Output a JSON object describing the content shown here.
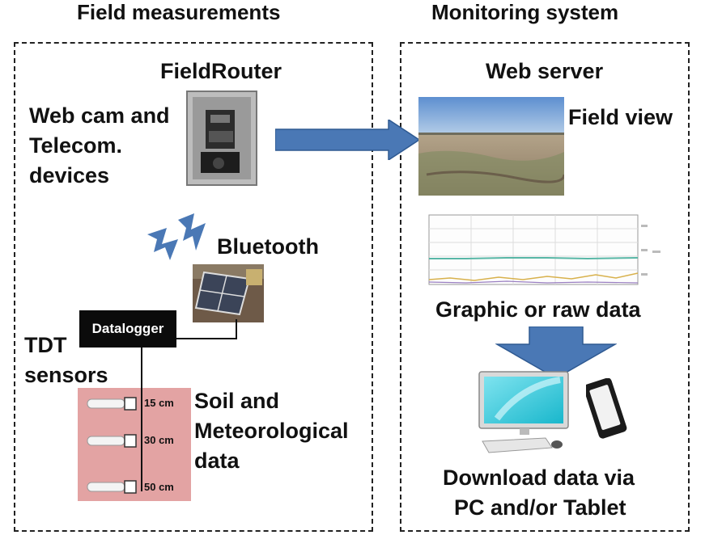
{
  "headers": {
    "left": "Field measurements",
    "right": "Monitoring system"
  },
  "left_panel": {
    "fieldrouter_label": "FieldRouter",
    "webcam_lines": [
      "Web cam and",
      "Telecom.",
      "devices"
    ],
    "bluetooth_label": "Bluetooth",
    "datalogger_label": "Datalogger",
    "tdt_lines": [
      "TDT",
      "sensors"
    ],
    "depths": [
      "15 cm",
      "30 cm",
      "50 cm"
    ],
    "soil_lines": [
      "Soil  and",
      "Meteorological",
      "data"
    ]
  },
  "right_panel": {
    "webserver_label": "Web server",
    "fieldview_label": "Field view",
    "graphic_label": "Graphic or raw data",
    "download_lines": [
      "Download data via",
      "PC and/or Tablet"
    ]
  },
  "icons": [
    "fieldrouter-device-icon",
    "bluetooth-signal-icon",
    "solar-panel-icon",
    "soil-sensor-icon",
    "field-photo-icon",
    "data-graph-icon",
    "desktop-pc-icon",
    "tablet-icon"
  ],
  "colors": {
    "arrow_blue": "#4a78b5",
    "sensor_bg": "#e3a3a3",
    "datalogger_bg": "#0b0b0b"
  }
}
